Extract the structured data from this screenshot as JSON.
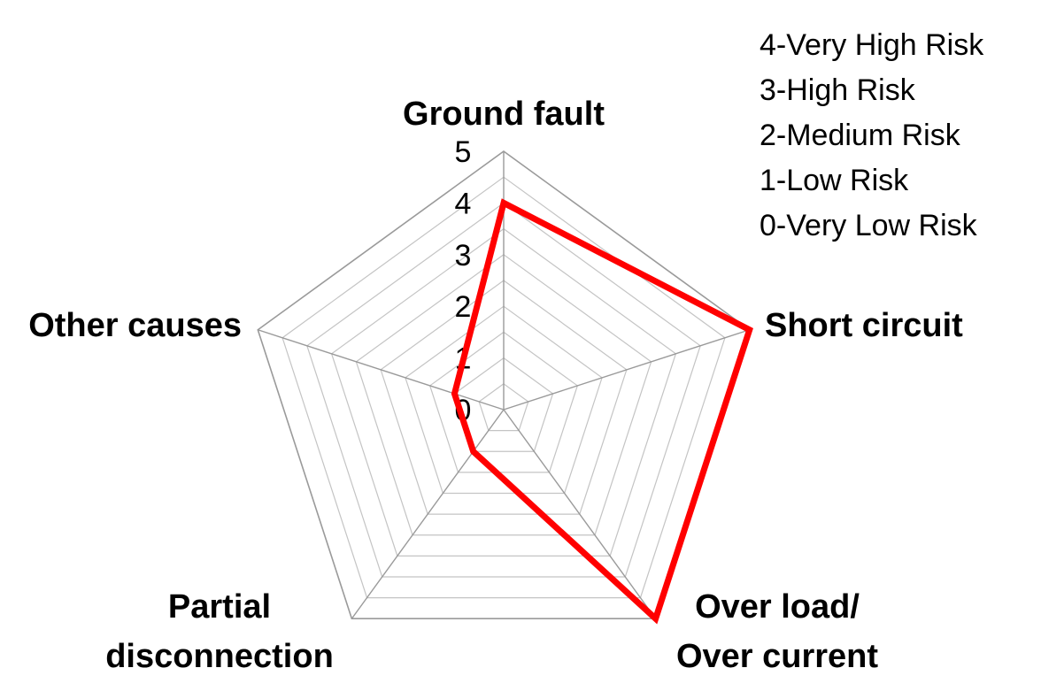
{
  "chart_data": {
    "type": "radar",
    "title": "",
    "axes": [
      {
        "label_lines": [
          "Ground fault"
        ]
      },
      {
        "label_lines": [
          "Short circuit"
        ]
      },
      {
        "label_lines": [
          "Over load/",
          "Over current"
        ]
      },
      {
        "label_lines": [
          "Partial",
          "disconnection"
        ]
      },
      {
        "label_lines": [
          "Other causes"
        ]
      }
    ],
    "categories": [
      "Ground fault",
      "Short circuit",
      "Over load/ Over current",
      "Partial disconnection",
      "Other causes"
    ],
    "tick_labels": [
      "0",
      "1",
      "2",
      "3",
      "4",
      "5"
    ],
    "rlim": [
      0,
      5
    ],
    "grid_step": 0.5,
    "series": [
      {
        "values": [
          4,
          5,
          5,
          1,
          1
        ],
        "color": "#ff0000"
      }
    ],
    "legend": {
      "placement": "top-right",
      "items": [
        "4-Very High Risk",
        "3-High Risk",
        "2-Medium Risk",
        "1-Low Risk",
        "0-Very Low Risk"
      ]
    }
  }
}
